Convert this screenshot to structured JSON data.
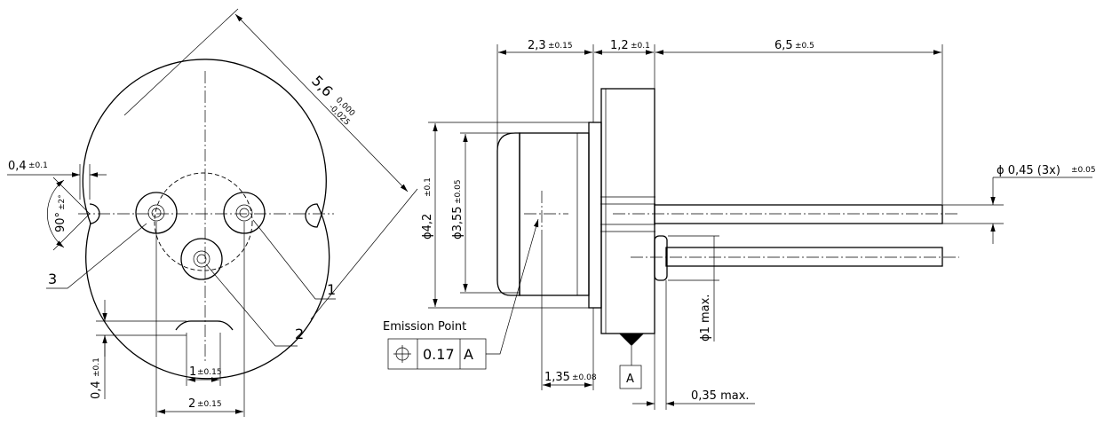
{
  "front_view": {
    "diameter": "5,6",
    "diameter_tol_upper": "0,000",
    "diameter_tol_lower": "-0,025",
    "notch_width": "0,4",
    "notch_width_tol": "±0.1",
    "notch_angle": "90°",
    "notch_angle_tol": "±2°",
    "bottom_notch_depth": "0,4",
    "bottom_notch_depth_tol": "±0.1",
    "bottom_notch_width": "1",
    "bottom_notch_width_tol": "±0.15",
    "pin_spacing": "2",
    "pin_spacing_tol": "±0.15",
    "pin_labels": [
      "1",
      "2",
      "3"
    ]
  },
  "side_view": {
    "cap_length": "2,3",
    "cap_length_tol": "±0.15",
    "flange_length": "1,2",
    "flange_length_tol": "±0.1",
    "pin_length": "6,5",
    "pin_length_tol": "±0.5",
    "pin_diameter": "ϕ 0,45 (3x)",
    "pin_diameter_tol": "±0.05",
    "flange_diameter": "ϕ4,2",
    "flange_diameter_tol": "±0.1",
    "cap_diameter": "ϕ3,55",
    "cap_diameter_tol": "±0.05",
    "emission_depth": "1,35",
    "emission_depth_tol": "±0.08",
    "bead_diameter": "ϕ1 max.",
    "pin_offset": "0,35 max.",
    "emission_point_label": "Emission Point",
    "position_tolerance": "0.17",
    "datum": "A"
  }
}
